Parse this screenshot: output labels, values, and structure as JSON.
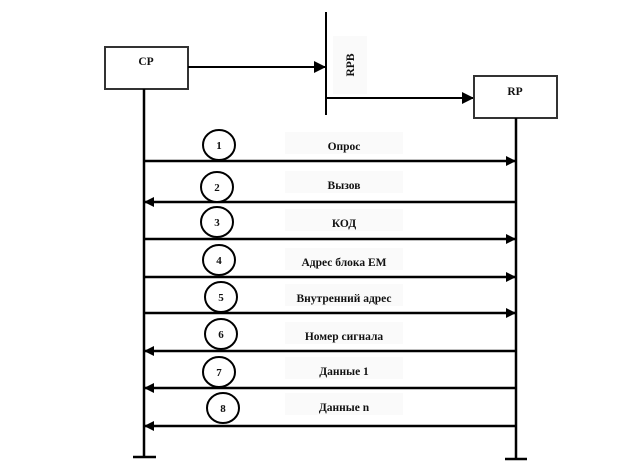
{
  "diagram": {
    "entities": {
      "cp": {
        "label": "CP"
      },
      "rpb": {
        "label": "RPB"
      },
      "rp": {
        "label": "RP"
      }
    },
    "messages": [
      {
        "step": "1",
        "label": "Опрос",
        "direction": "CP->RP"
      },
      {
        "step": "2",
        "label": "Вызов",
        "direction": "RP->CP"
      },
      {
        "step": "3",
        "label": "КОД",
        "direction": "CP->RP"
      },
      {
        "step": "4",
        "label": "Адрес блока ЕМ",
        "direction": "CP->RP"
      },
      {
        "step": "5",
        "label": "Внутренний адрес",
        "direction": "CP->RP"
      },
      {
        "step": "6",
        "label": "Номер сигнала",
        "direction": "RP->CP"
      },
      {
        "step": "7",
        "label": "Данные 1",
        "direction": "RP->CP"
      },
      {
        "step": "8",
        "label": "Данные n",
        "direction": "RP->CP"
      }
    ]
  },
  "colors": {
    "line": "#000000",
    "label_bg": "#fafafa",
    "box_fill": "#ffffff"
  }
}
